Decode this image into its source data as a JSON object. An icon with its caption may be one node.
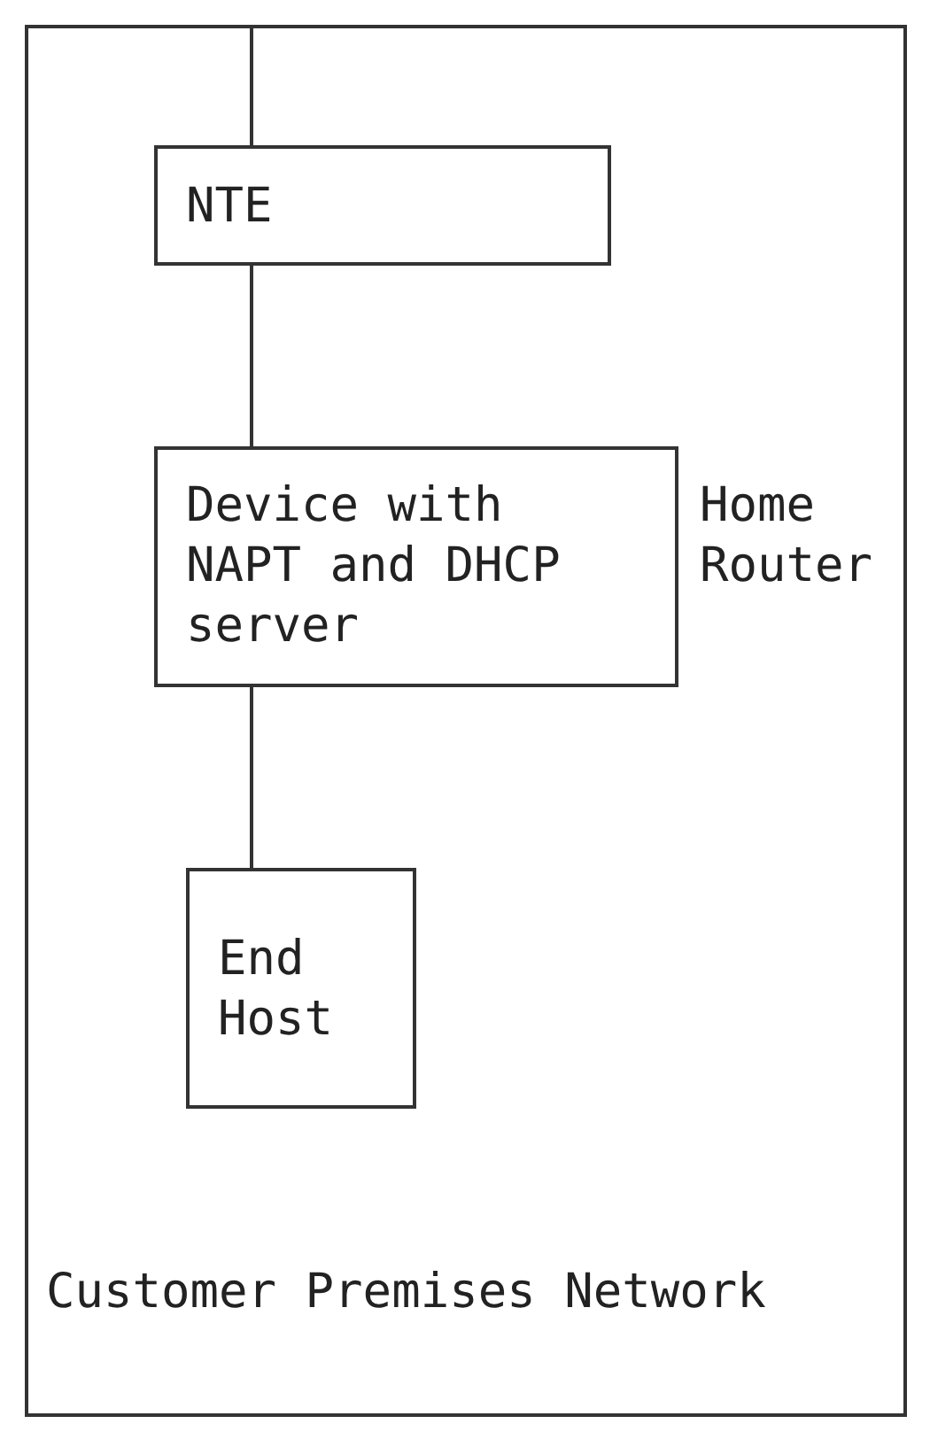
{
  "diagram": {
    "nodes": [
      {
        "text": [
          "Customer Premises Network"
        ]
      },
      {
        "text": [
          "NTE"
        ],
        "in": 0
      },
      {
        "text": [
          "Device with NAPT and DHCP server"
        ],
        "beside": [
          "Home Router"
        ],
        "in": 0
      },
      {
        "text": [
          "End Host"
        ],
        "in": 0
      }
    ],
    "edges": [
      {
        "from": null,
        "to": 1,
        "arrow": "none"
      },
      {
        "from": 1,
        "to": 2,
        "arrow": "none"
      },
      {
        "from": 2,
        "to": 3,
        "arrow": "none"
      }
    ]
  }
}
